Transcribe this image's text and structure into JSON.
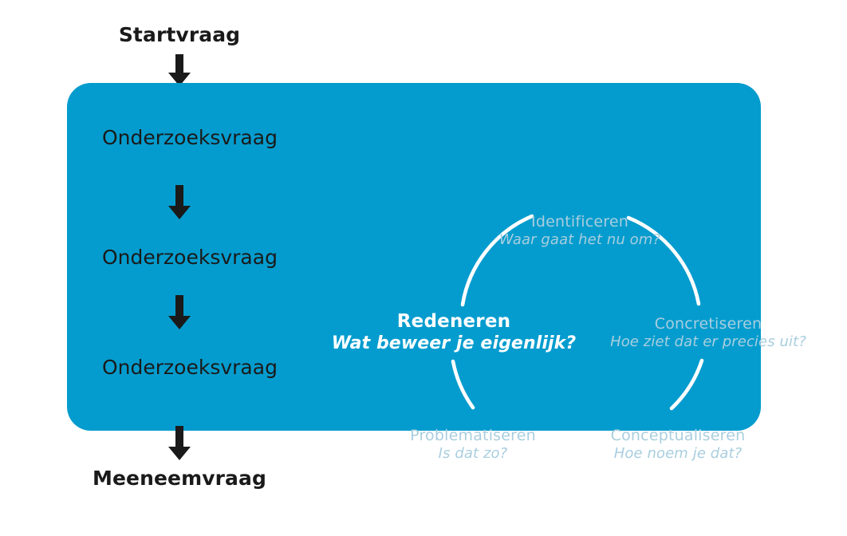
{
  "flow": {
    "start_label": "Startvraag",
    "end_label": "Meeneemvraag",
    "stages": [
      {
        "label": "Onderzoeksvraag"
      },
      {
        "label": "Onderzoeksvraag"
      },
      {
        "label": "Onderzoeksvraag"
      }
    ],
    "arrows": [
      {
        "name": "arrow-start-to-panel"
      },
      {
        "name": "arrow-stage1-to-stage2"
      },
      {
        "name": "arrow-stage2-to-stage3"
      },
      {
        "name": "arrow-panel-to-end"
      }
    ]
  },
  "cycle": {
    "nodes": [
      {
        "title": "Identificeren",
        "sub": "Waar gaat het nu om?"
      },
      {
        "title": "Concretiseren",
        "sub": "Hoe ziet dat er precies uit?"
      },
      {
        "title": "Conceptualiseren",
        "sub": "Hoe noem je dat?"
      },
      {
        "title": "Problematiseren",
        "sub": "Is dat zo?"
      },
      {
        "title": "Redeneren",
        "sub": "Wat beweer je eigenlijk?"
      }
    ]
  },
  "colors": {
    "panel_blue": "#049cce",
    "page_background": "#ffffff",
    "dark_text": "#1a1a1a",
    "node_text": "#a9cedf",
    "center_text": "#ffffff",
    "ring_stroke": "#ffffff"
  }
}
